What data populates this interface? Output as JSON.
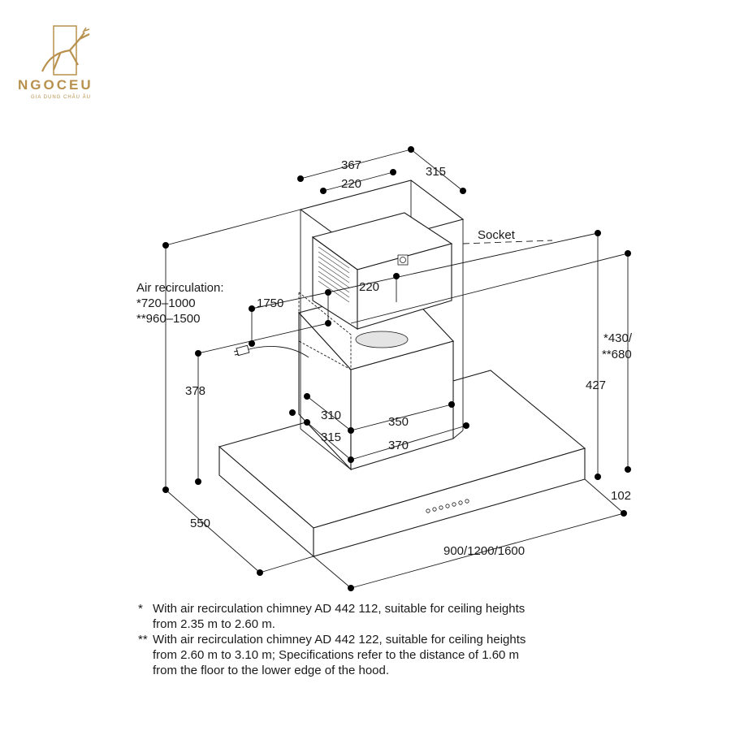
{
  "brand": {
    "name": "NGOCEU",
    "tagline": "GIA DỤNG CHÂU ÂU"
  },
  "dimensions": {
    "d367": "367",
    "d220_top": "220",
    "d315_top": "315",
    "socket": "Socket",
    "air_title": "Air recirculation:",
    "air_1": "*720–1000",
    "air_2": "**960–1500",
    "d1750": "1750",
    "d220_mid": "220",
    "d430": "*430/",
    "d680": "**680",
    "d378": "378",
    "d427": "427",
    "d310": "310",
    "d350": "350",
    "d315_low": "315",
    "d370": "370",
    "d102": "102",
    "d550": "550",
    "width": "900/1200/1600"
  },
  "footnotes": [
    {
      "mark": "*",
      "lines": [
        "With air recirculation chimney AD 442 112, suitable for ceiling heights",
        "from 2.35 m to 2.60 m."
      ]
    },
    {
      "mark": "**",
      "lines": [
        "With air recirculation chimney AD 442 122, suitable for ceiling heights",
        "from 2.60 m to 3.10 m; Specifications refer to the distance of 1.60 m",
        "from the floor to the lower edge of the hood."
      ]
    }
  ]
}
